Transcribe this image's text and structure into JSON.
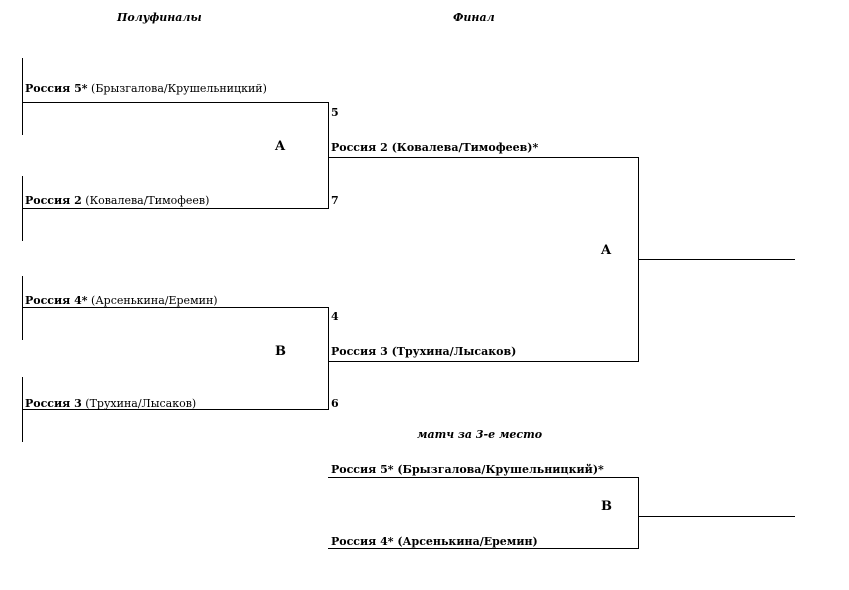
{
  "headers": {
    "semifinals": "Полуфиналы",
    "final": "Финал",
    "third_place": "матч за 3-е место"
  },
  "semifinals": [
    {
      "team": "Россия 5*",
      "players": "(Брызгалова/Крушельницкий)",
      "score": "5"
    },
    {
      "team": "Россия 2",
      "players": "(Ковалева/Тимофеев)",
      "score": "7"
    },
    {
      "team": "Россия 4*",
      "players": "(Арсенькина/Еремин)",
      "score": "4"
    },
    {
      "team": "Россия 3",
      "players": "(Трухина/Лысаков)",
      "score": "6"
    }
  ],
  "semifinal_groups": [
    "A",
    "B"
  ],
  "final": {
    "entries": [
      "Россия 2 (Ковалева/Тимофеев)*",
      "Россия 3 (Трухина/Лысаков)"
    ],
    "group": "A"
  },
  "third_place_match": {
    "entries": [
      "Россия 5* (Брызгалова/Крушельницкий)*",
      "Россия 4* (Арсенькина/Еремин)"
    ],
    "group": "B"
  }
}
